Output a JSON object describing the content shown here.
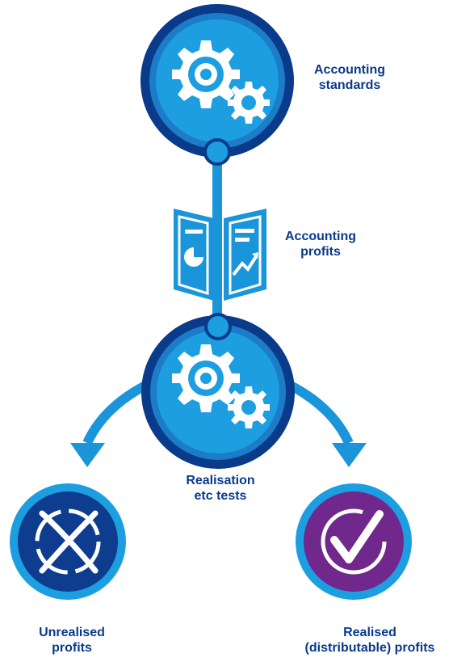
{
  "colors": {
    "dark_blue": "#0a3a8a",
    "mid_blue": "#1d7cc8",
    "light_blue": "#1c9ee0",
    "connector_blue": "#1b95d9",
    "navy": "#0e3d8f",
    "purple": "#70288c",
    "label_blue": "#0a3a8a",
    "white": "#ffffff"
  },
  "nodes": {
    "accounting_standards": {
      "icon": "gears-icon",
      "label_lines": [
        "Accounting",
        "standards"
      ]
    },
    "accounting_profits": {
      "icon": "report-chart-icon",
      "label_lines": [
        "Accounting",
        "profits"
      ]
    },
    "realisation_tests": {
      "icon": "gears-icon",
      "label_lines": [
        "Realisation",
        "etc tests"
      ]
    },
    "unrealised_profits": {
      "icon": "cross-icon",
      "label_lines": [
        "Unrealised",
        "profits"
      ]
    },
    "realised_profits": {
      "icon": "checkmark-icon",
      "label_lines": [
        "Realised",
        "(distributable) profits"
      ]
    }
  }
}
